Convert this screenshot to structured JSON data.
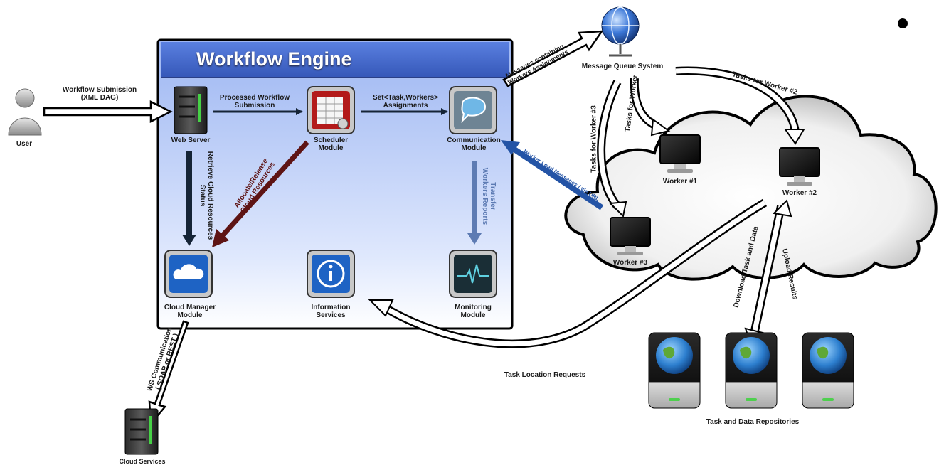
{
  "engine": {
    "title": "Workflow Engine"
  },
  "nodes": {
    "user": "User",
    "web_server": "Web Server",
    "scheduler": [
      "Scheduler",
      "Module"
    ],
    "communication": [
      "Communication",
      "Module"
    ],
    "cloud_manager": [
      "Cloud Manager",
      "Module"
    ],
    "information": [
      "Information",
      "Services"
    ],
    "monitoring": [
      "Monitoring",
      "Module"
    ],
    "message_queue": "Message Queue System",
    "worker1": "Worker #1",
    "worker2": "Worker #2",
    "worker3": "Worker #3",
    "cloud_services": "Cloud Services",
    "repositories": "Task and Data Repositories"
  },
  "edges": {
    "workflow_submission": [
      "Workflow Submission",
      "(XML DAG)"
    ],
    "processed_workflow": [
      "Processed Workflow",
      "Submission"
    ],
    "set_task": [
      "Set<Task,Workers>",
      "Assignments"
    ],
    "retrieve_cloud": [
      "Retrieve Cloud Resources",
      "Status"
    ],
    "allocate_release": [
      "Allocate/Release",
      "Cloud Resources"
    ],
    "transfer_reports": [
      "Transfer",
      "Workers Reports"
    ],
    "messages_containing": [
      "Messages containing",
      "Workers Assignments"
    ],
    "tasks_w1": "Tasks for Worker",
    "tasks_w2": "Tasks for Worker #2",
    "tasks_w3": "Tasks for Worker #3",
    "worker_load": "Worker Load Messages / via URL",
    "download": "Download Task and Data",
    "upload": "Upload Results",
    "task_location": "Task Location Requests",
    "ws_communication": [
      "WS Communication",
      "( SOAP or REST )"
    ]
  },
  "colors": {
    "engine_header": "#3b62c8",
    "engine_body_top": "#9db6f2",
    "engine_body_bottom": "#ffffff",
    "arrow_dark": "#152436",
    "arrow_maroon": "#5e1414",
    "arrow_steel": "#5d7bb3",
    "arrow_blue": "#2454a6"
  },
  "icons": {
    "user": "user-icon",
    "server": "server-icon",
    "scheduler": "scheduler-icon",
    "communication": "chat-bubble-icon",
    "cloud_manager": "cloud-icon",
    "information": "info-icon",
    "monitoring": "heartbeat-monitor-icon",
    "message_queue": "globe-network-icon",
    "worker": "monitor-icon",
    "repository": "globe-drive-icon"
  }
}
